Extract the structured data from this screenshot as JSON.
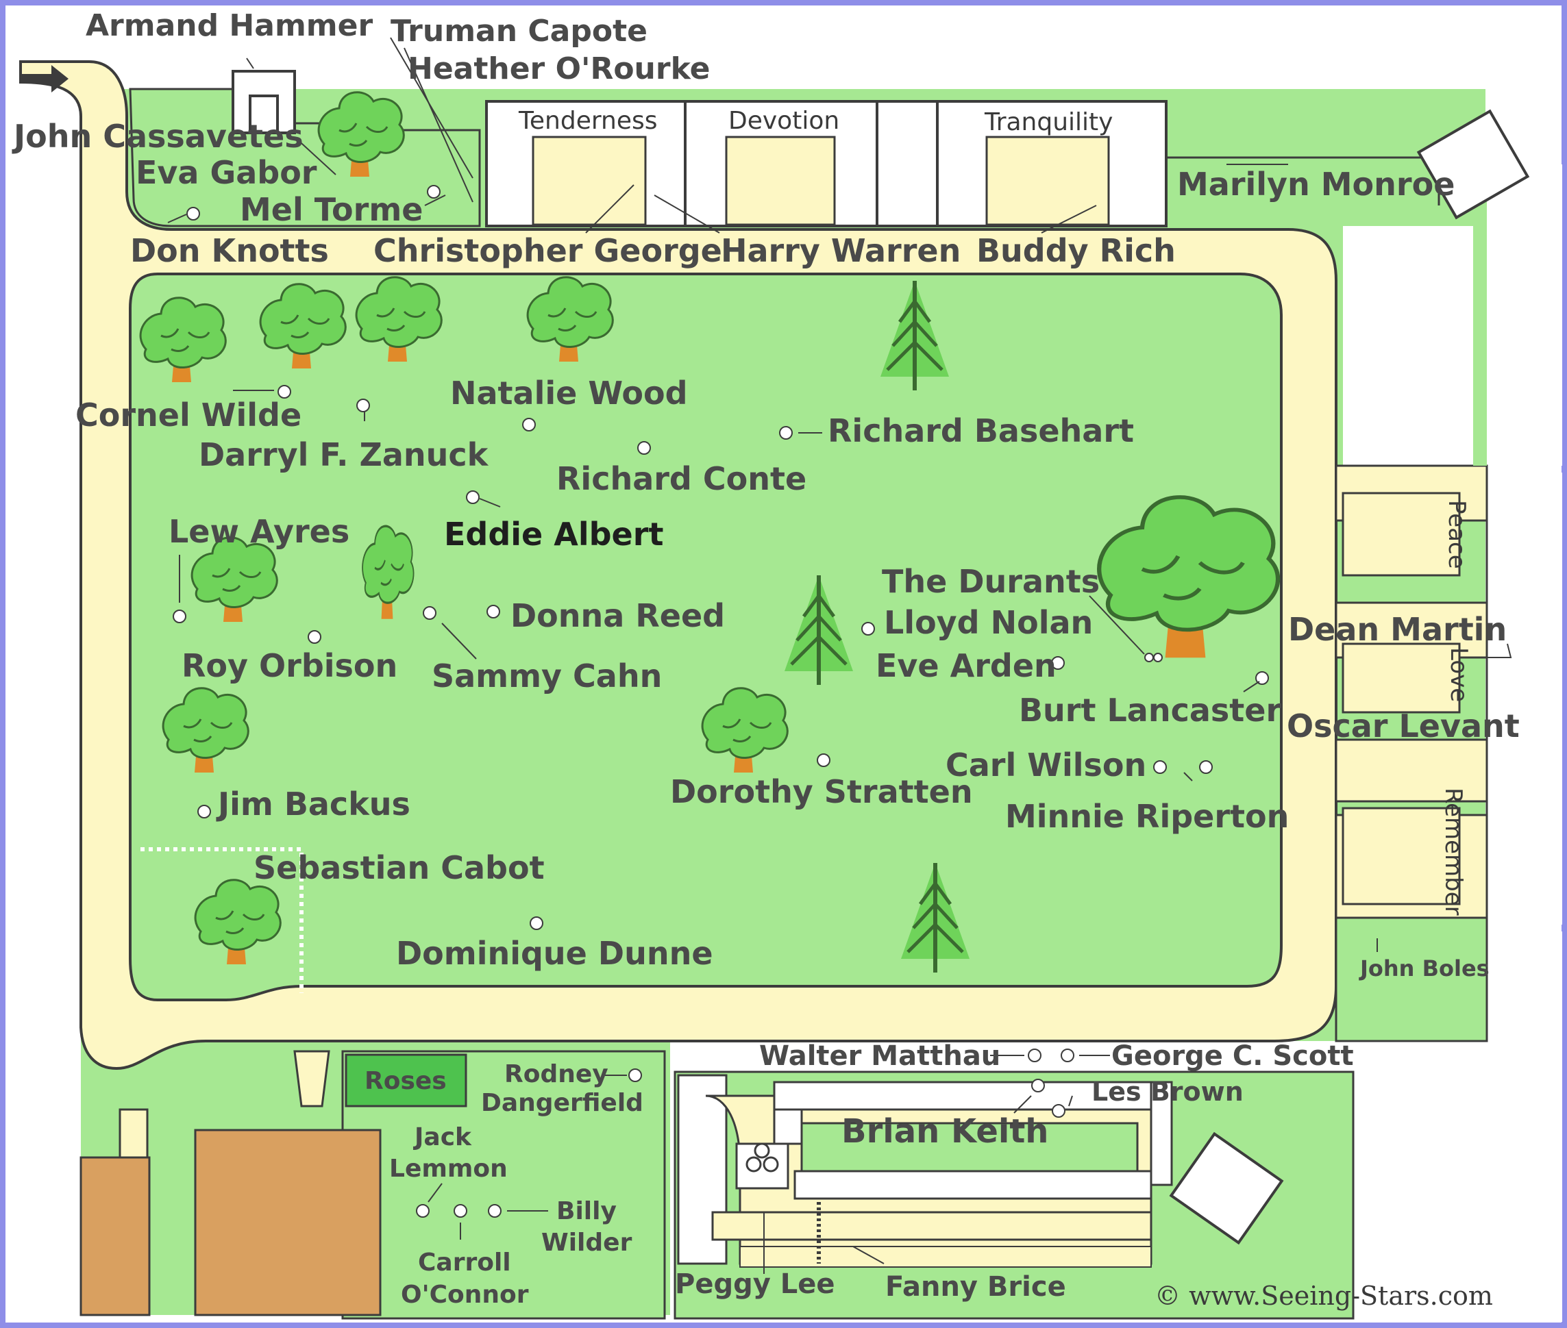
{
  "colors": {
    "frame": "#8e8ee8",
    "lawn": "#a6e892",
    "lawn_light": "#c4f2b2",
    "path": "#fdf7c4",
    "path_edge": "#3c3c3c",
    "tree_green": "#6fd35a",
    "tree_trunk": "#e08a2a",
    "building": "#d9a060",
    "roses": "#4ec24e",
    "label": "#4a4a4a"
  },
  "arrow_icon": "right-arrow-icon",
  "top_labels": {
    "armand_hammer": "Armand Hammer",
    "truman_capote": "Truman Capote",
    "heather_orourke": "Heather O'Rourke",
    "john_cassavetes": "John Cassavetes",
    "eva_gabor": "Eva Gabor",
    "mel_torme": "Mel Torme",
    "don_knotts": "Don Knotts",
    "christopher_george": "Christopher George",
    "harry_warren": "Harry Warren",
    "buddy_rich": "Buddy Rich",
    "marilyn_monroe": "Marilyn Monroe"
  },
  "sections": {
    "tenderness": "Tenderness",
    "devotion": "Devotion",
    "tranquility": "Tranquility",
    "peace": "Peace",
    "love": "Love",
    "remember": "Remember"
  },
  "lawn_labels": {
    "cornel_wilde": "Cornel Wilde",
    "darryl_zanuck": "Darryl F. Zanuck",
    "natalie_wood": "Natalie Wood",
    "richard_basehart": "Richard Basehart",
    "richard_conte": "Richard Conte",
    "eddie_albert": "Eddie Albert",
    "lew_ayres": "Lew Ayres",
    "donna_reed": "Donna Reed",
    "the_durants": "The Durants",
    "lloyd_nolan": "Lloyd Nolan",
    "eve_arden": "Eve Arden",
    "roy_orbison": "Roy Orbison",
    "sammy_cahn": "Sammy Cahn",
    "burt_lancaster": "Burt Lancaster",
    "carl_wilson": "Carl Wilson",
    "minnie_riperton": "Minnie Riperton",
    "dorothy_stratten": "Dorothy Stratten",
    "jim_backus": "Jim Backus",
    "sebastian_cabot": "Sebastian Cabot",
    "dominique_dunne": "Dominique Dunne"
  },
  "right_labels": {
    "dean_martin": "Dean Martin",
    "oscar_levant": "Oscar Levant",
    "john_boles": "John Boles"
  },
  "bottom_labels": {
    "roses": "Roses",
    "rodney_1": "Rodney",
    "rodney_2": "Dangerfield",
    "jack_1": "Jack",
    "jack_2": "Lemmon",
    "billy_1": "Billy",
    "billy_2": "Wilder",
    "carroll_1": "Carroll",
    "carroll_2": "O'Connor",
    "walter_matthau": "Walter Matthau",
    "george_scott": "George C. Scott",
    "les_brown": "Les Brown",
    "brian_keith": "Brian Keith",
    "peggy_lee": "Peggy Lee",
    "fanny_brice": "Fanny Brice",
    "copyright": "© www.Seeing-Stars.com"
  }
}
